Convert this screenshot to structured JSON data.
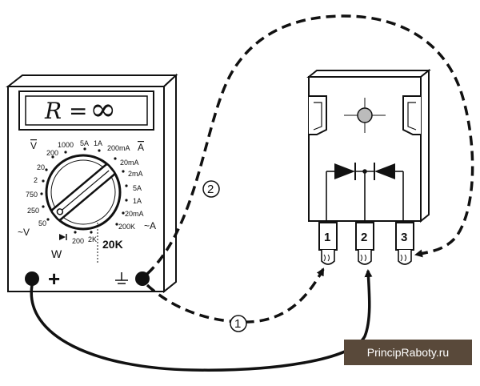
{
  "multimeter": {
    "display": "R =",
    "infinity": "∞",
    "top_left_v": "V",
    "top_right_a": "A",
    "left_v": "~V",
    "right_a": "~A",
    "w_label": "W",
    "plus_label": "+",
    "range_20k": "20K",
    "left_scale": [
      "200",
      "20",
      "2",
      "750",
      "250",
      "50"
    ],
    "top_scale": [
      "1000",
      "5A",
      "1A",
      "200mA"
    ],
    "right_scale": [
      "20mA",
      "2mA",
      "5A",
      "1A",
      "20mA",
      "200K"
    ],
    "bottom_scale": [
      "200",
      "2K"
    ]
  },
  "transistor": {
    "pins": [
      "1",
      "2",
      "3"
    ]
  },
  "wires": {
    "labels": [
      "1",
      "2"
    ]
  },
  "watermark": "PrincipRaboty.ru"
}
